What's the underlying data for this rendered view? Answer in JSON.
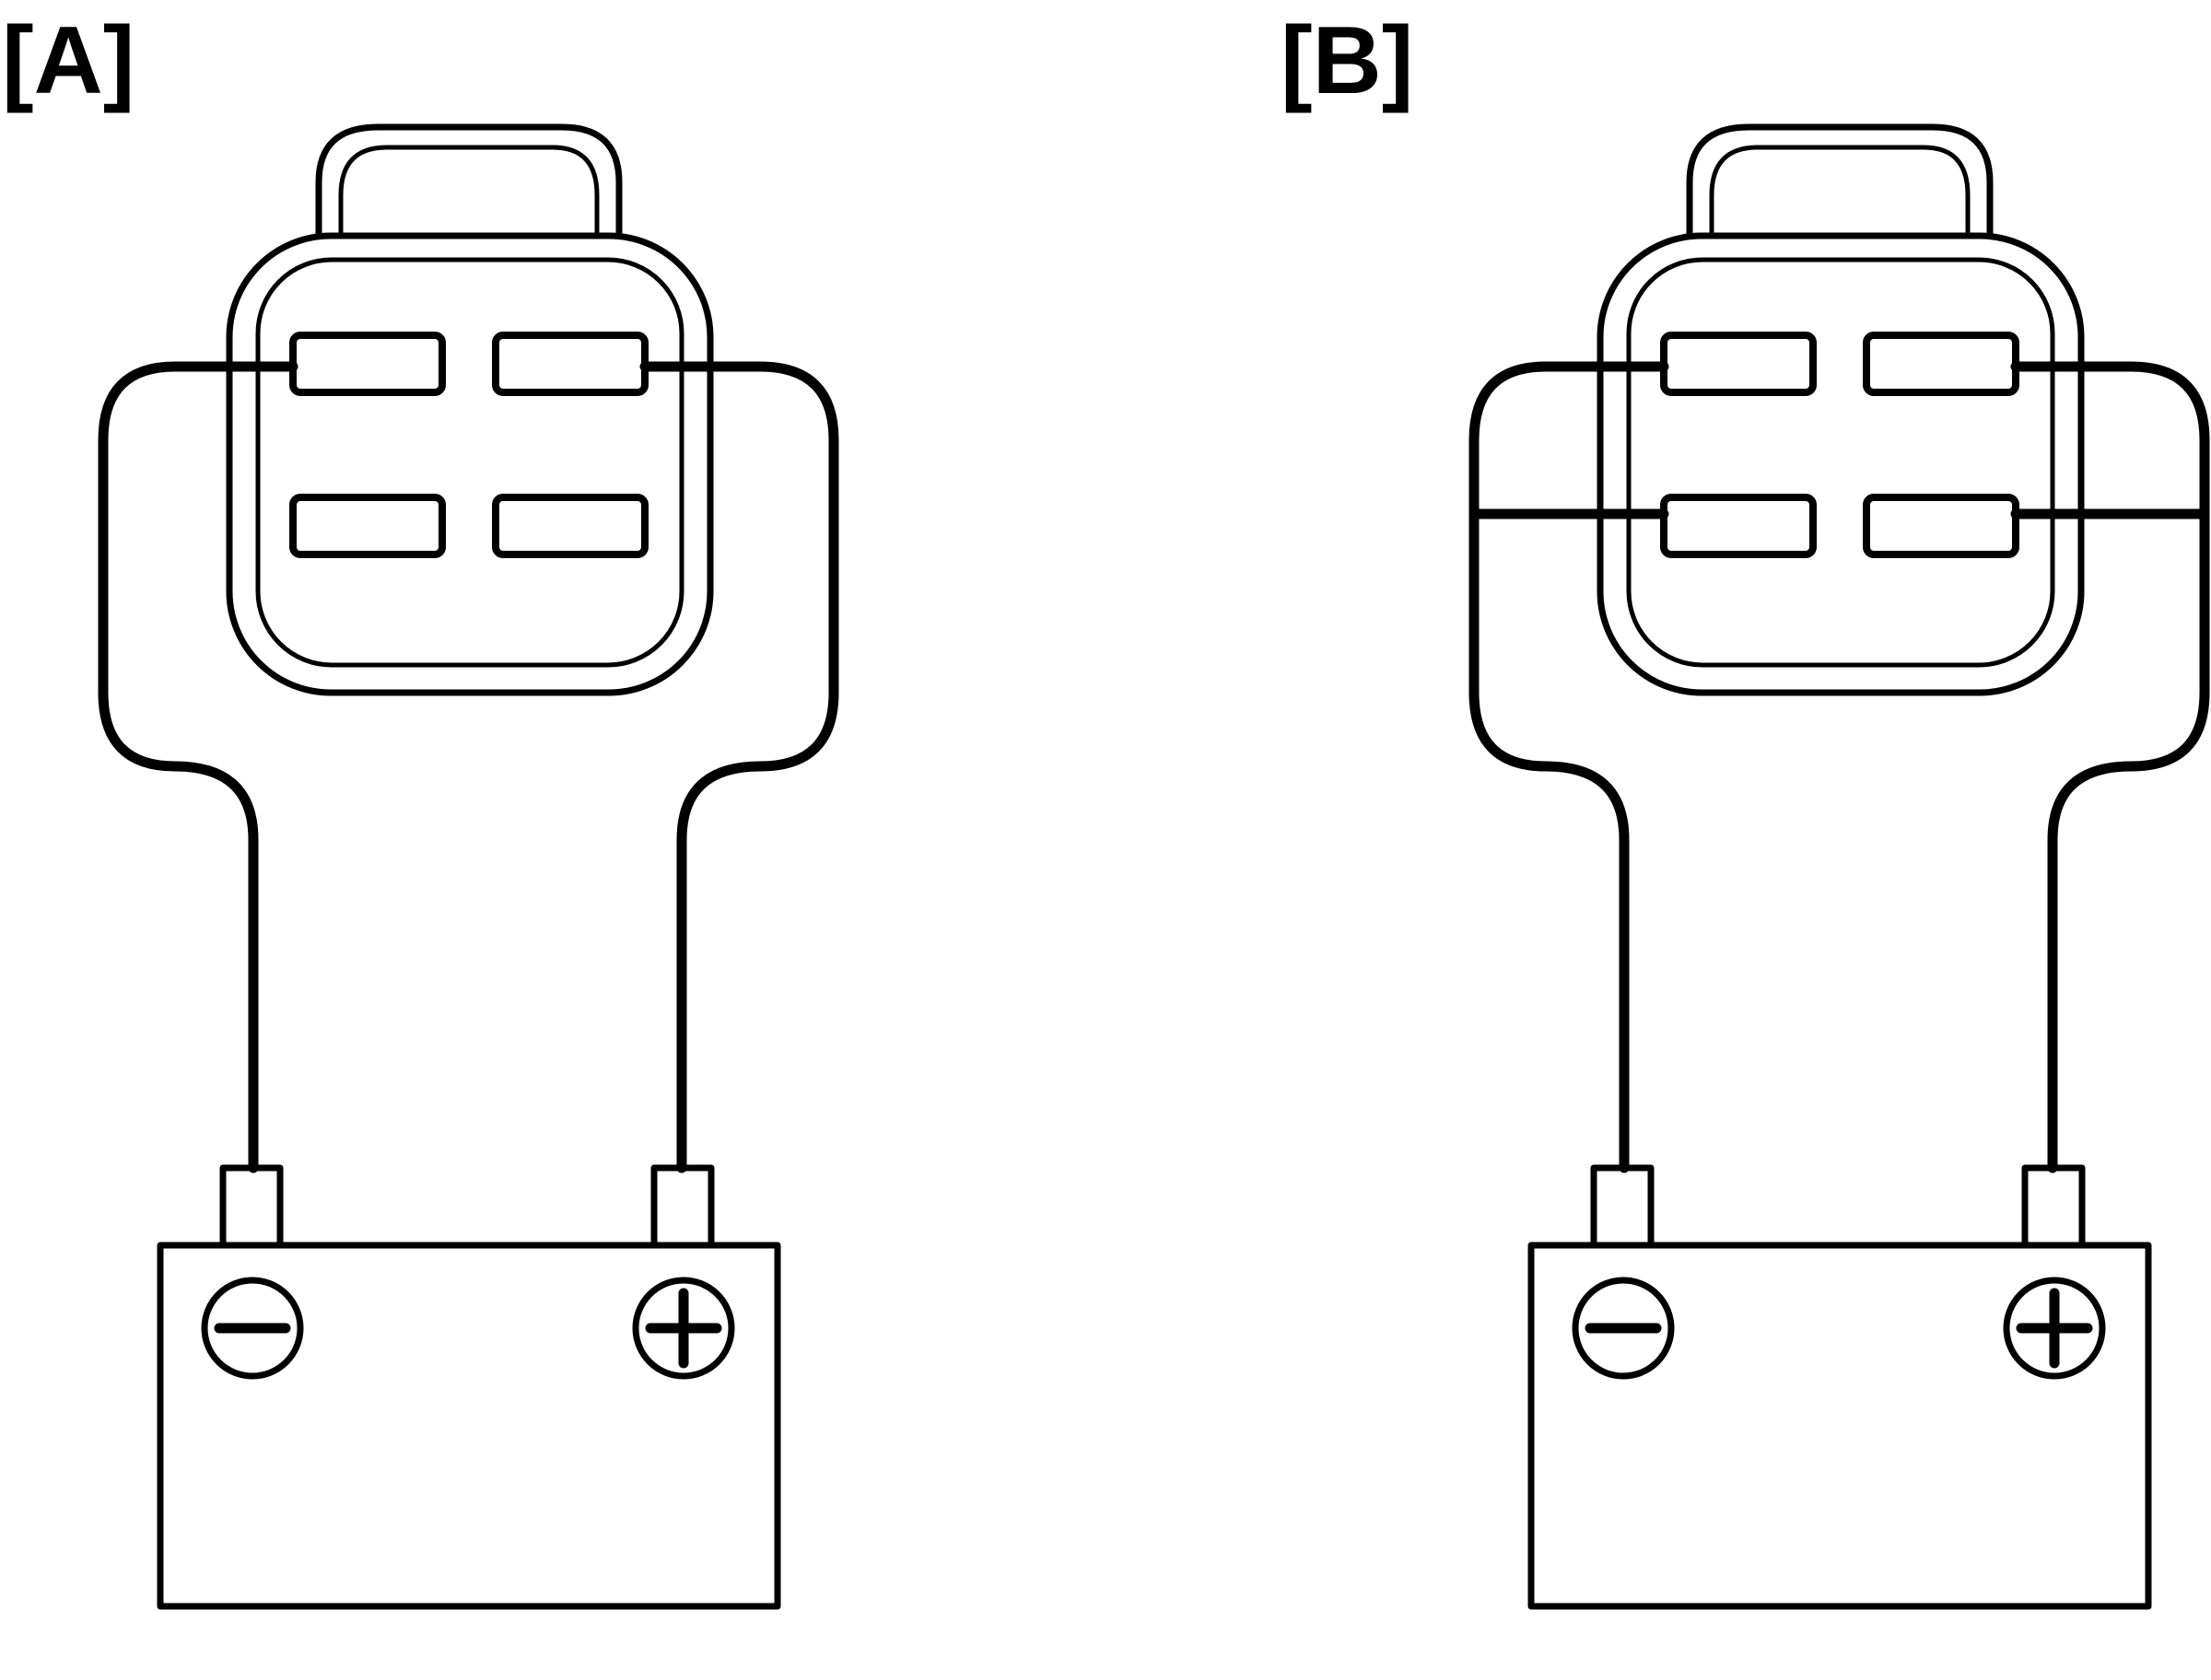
{
  "panels": [
    {
      "id": "A",
      "label": "[A]",
      "jumpers": [
        "top-left-terminal",
        "top-right-terminal"
      ]
    },
    {
      "id": "B",
      "label": "[B]",
      "jumpers": [
        "top-left-terminal",
        "top-right-terminal",
        "bottom-left-terminal",
        "bottom-right-terminal"
      ]
    }
  ],
  "battery": {
    "negative_symbol": "minus-symbol",
    "positive_symbol": "plus-symbol"
  }
}
